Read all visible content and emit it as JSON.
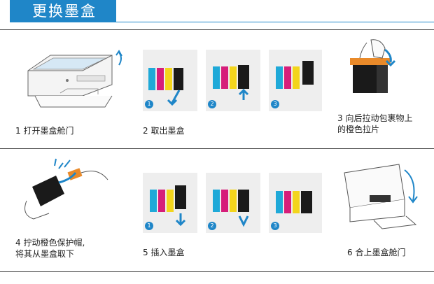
{
  "header": {
    "title": "更换墨盒"
  },
  "steps": [
    {
      "caption": "1 打开墨盒舱门"
    },
    {
      "caption": "2 取出墨盒"
    },
    {
      "caption_line1": "3 向后拉动包裹物上",
      "caption_line2": "的橙色拉片"
    },
    {
      "caption_line1": "4 拧动橙色保护帽,",
      "caption_line2": "将其从墨盒取下"
    },
    {
      "caption": "5 插入墨盒"
    },
    {
      "caption": "6 合上墨盒舱门"
    }
  ],
  "sub_badges": [
    "1",
    "2",
    "3"
  ],
  "colors": {
    "accent": "#1f86c8",
    "cyan": "#1fa9d8",
    "magenta": "#d61e7a",
    "yellow": "#f3d51c",
    "black": "#1a1a1a",
    "orange": "#e98a2a"
  }
}
